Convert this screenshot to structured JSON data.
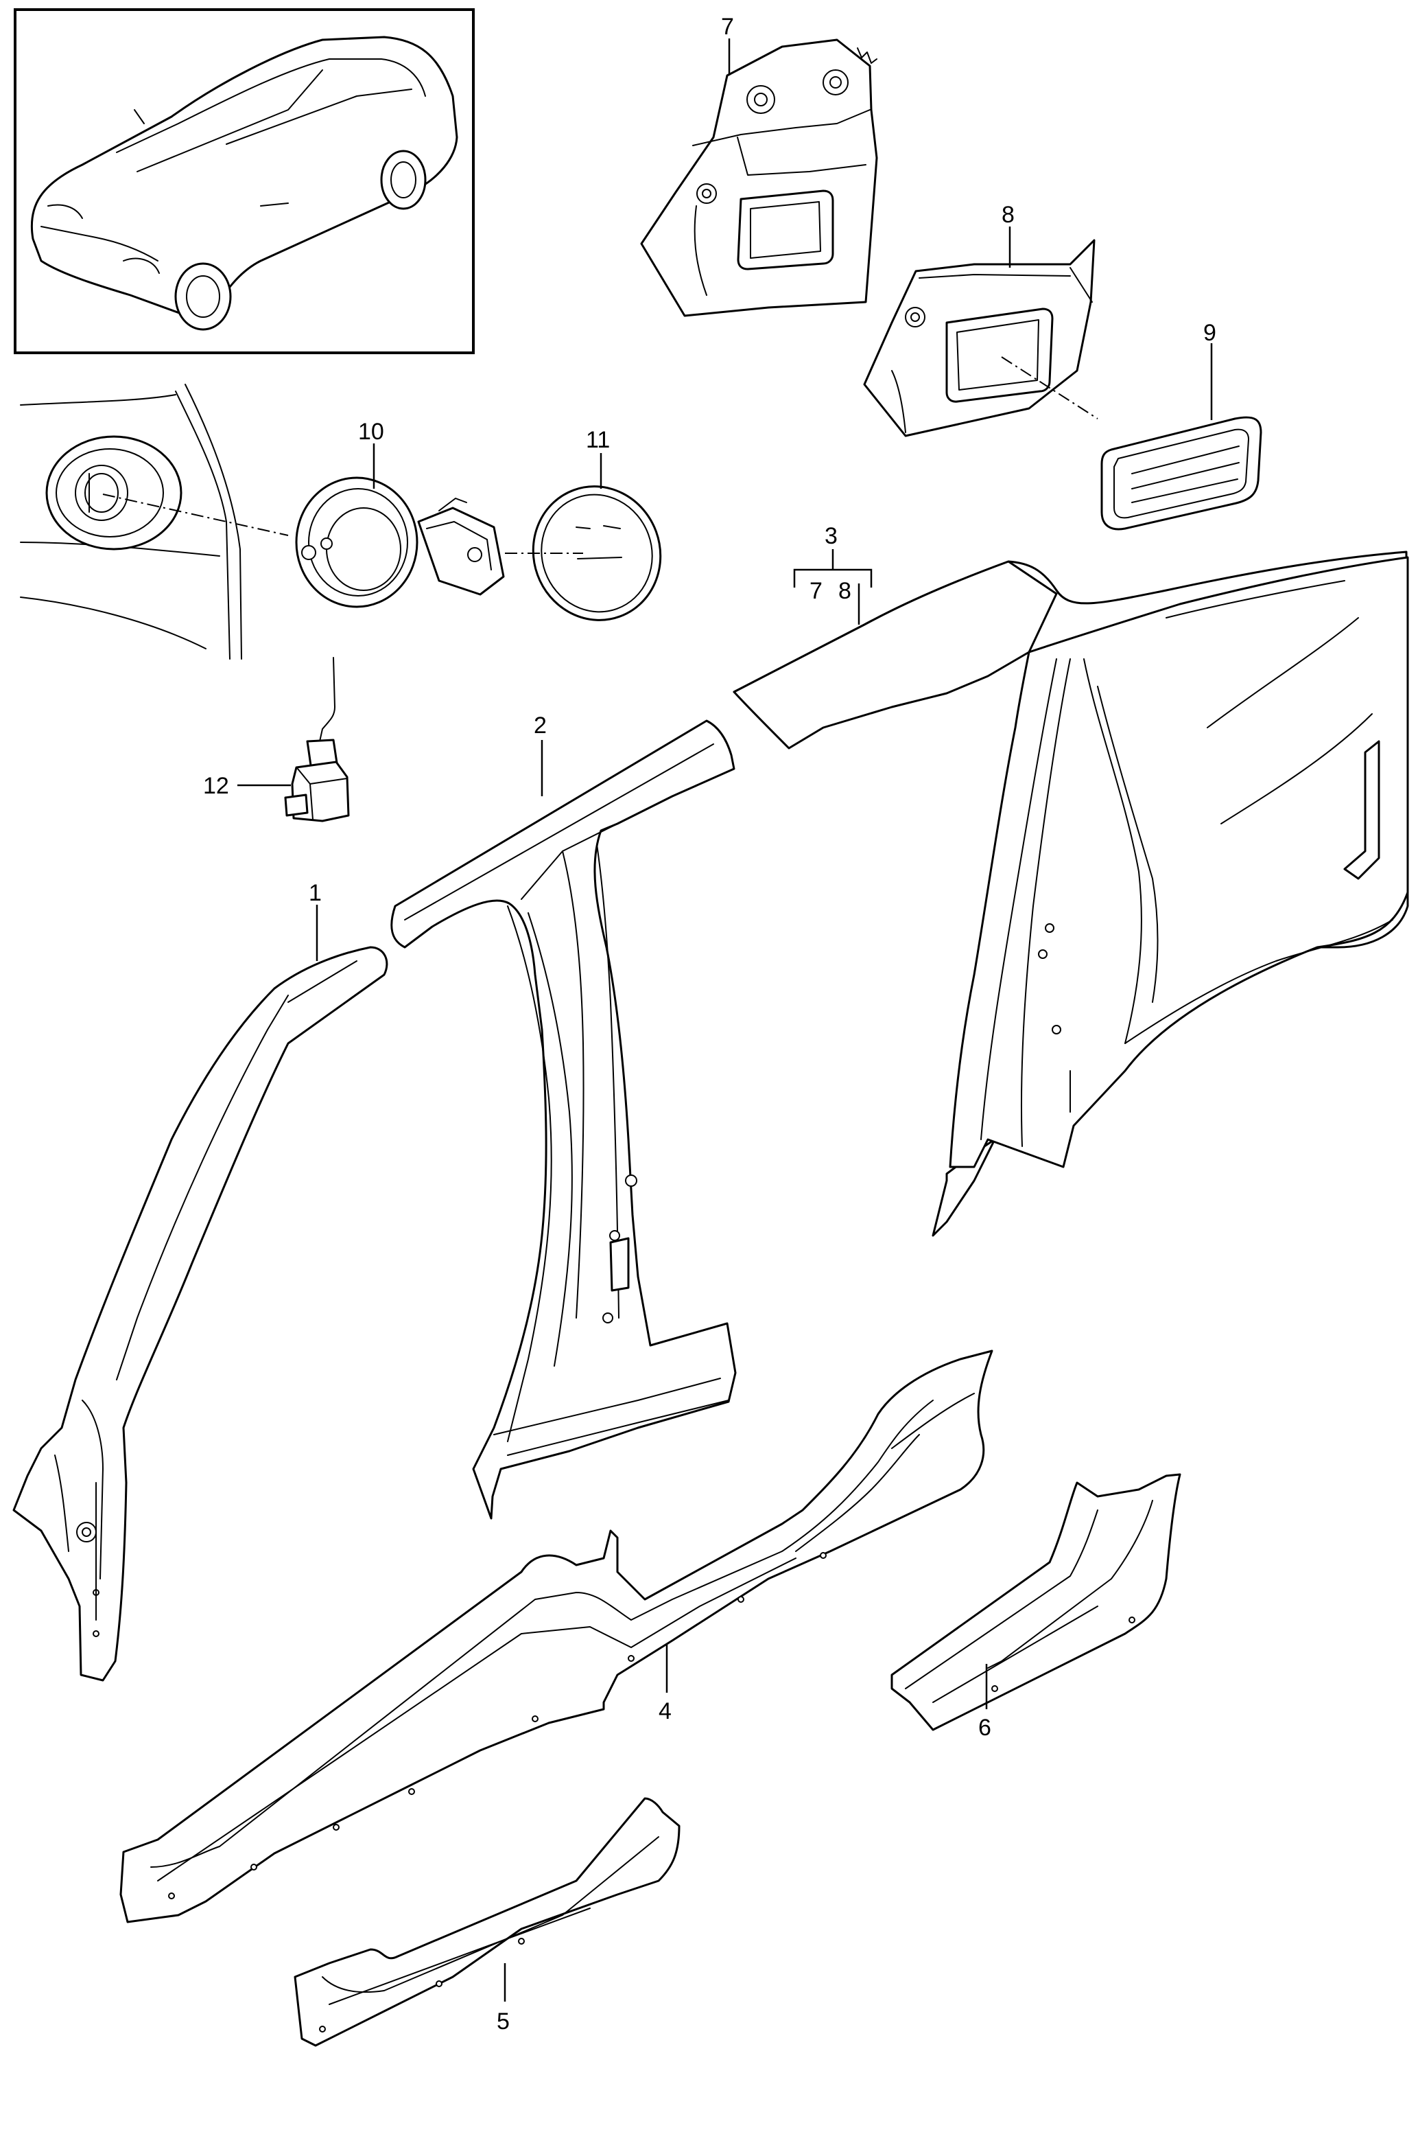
{
  "callouts": {
    "c1": "1",
    "c2": "2",
    "c3": "3",
    "c3_sub_a": "7",
    "c3_sub_b": "8",
    "c4": "4",
    "c5": "5",
    "c6": "6",
    "c7": "7",
    "c8": "8",
    "c9": "9",
    "c10": "10",
    "c11": "11",
    "c12": "12"
  },
  "parts": [
    {
      "id": "1",
      "icon": "a-pillar-panel"
    },
    {
      "id": "2",
      "icon": "b-pillar-panel"
    },
    {
      "id": "3",
      "icon": "rear-side-panel",
      "includes": [
        "7",
        "8"
      ]
    },
    {
      "id": "4",
      "icon": "side-sill-panel"
    },
    {
      "id": "5",
      "icon": "sill-reinforcement"
    },
    {
      "id": "6",
      "icon": "rear-sill-section"
    },
    {
      "id": "7",
      "icon": "rear-inner-bracket"
    },
    {
      "id": "8",
      "icon": "fuel-filler-housing"
    },
    {
      "id": "9",
      "icon": "ventilation-grille"
    },
    {
      "id": "10",
      "icon": "fuel-filler-bowl"
    },
    {
      "id": "11",
      "icon": "fuel-filler-flap"
    },
    {
      "id": "12",
      "icon": "flap-actuator"
    }
  ],
  "colors": {
    "line": "#000000",
    "background": "#ffffff"
  }
}
